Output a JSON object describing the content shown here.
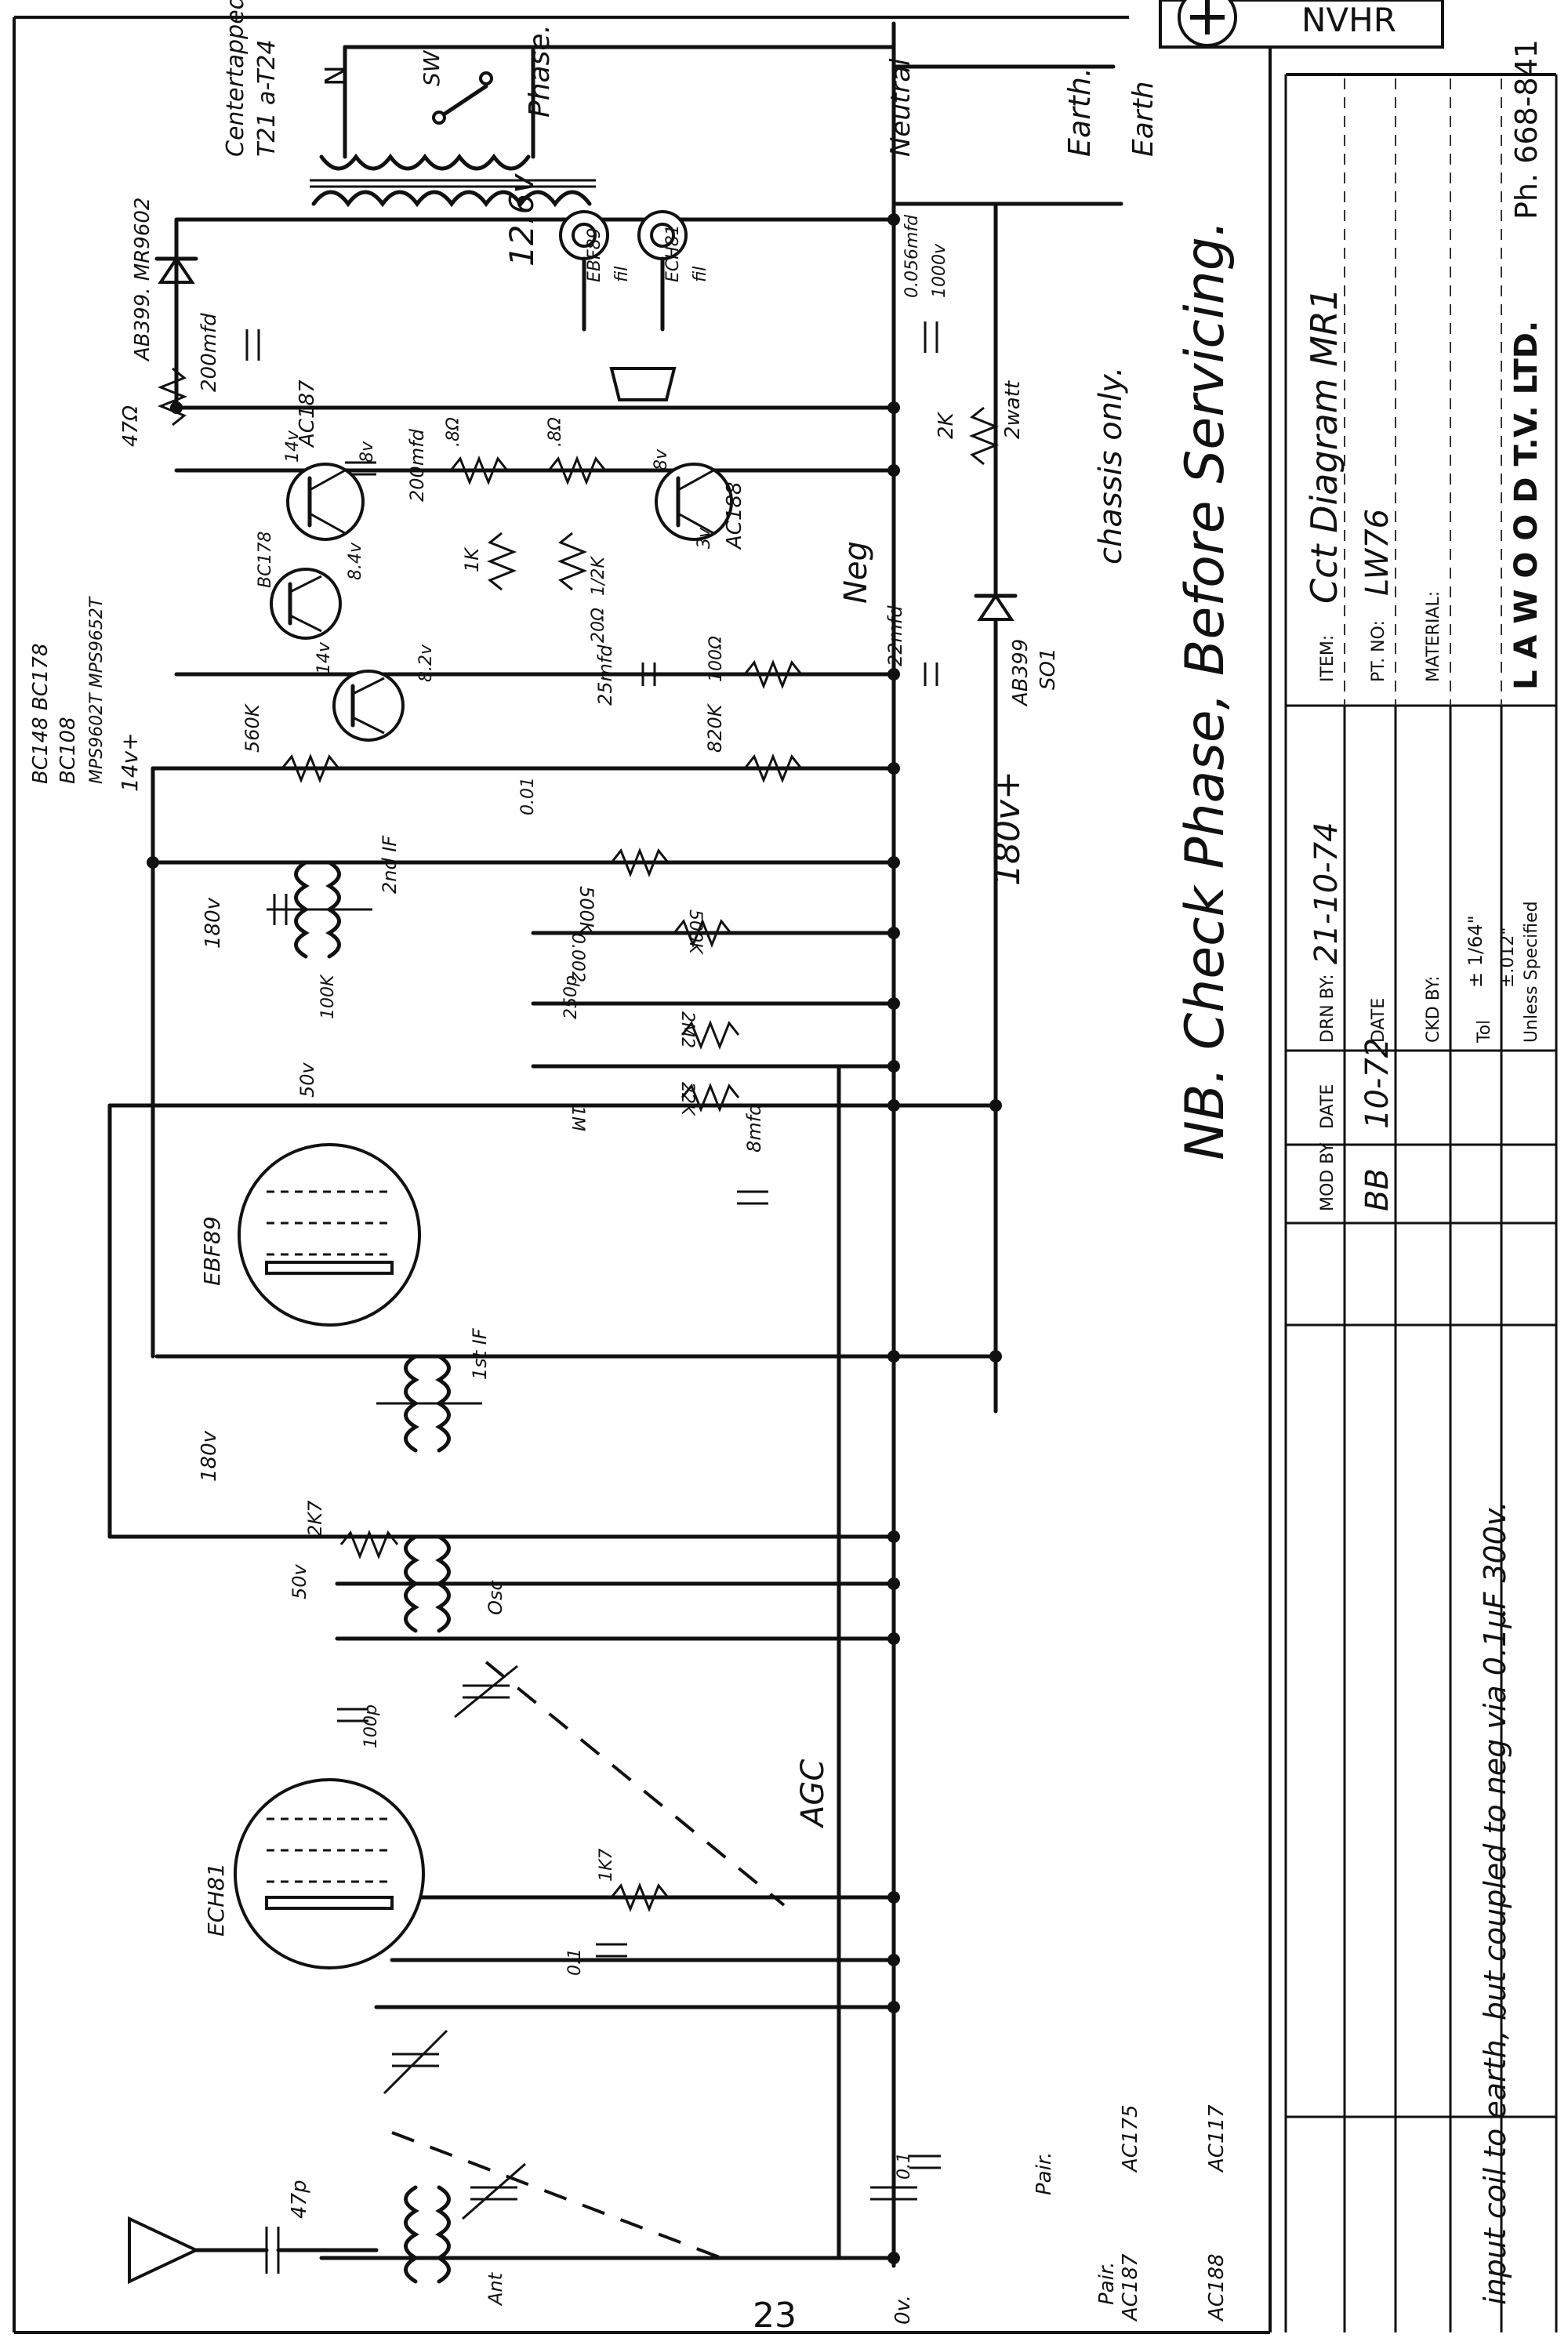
{
  "stamp": {
    "text": "NVHR"
  },
  "page_number": "23",
  "notes": {
    "warning": "NB. Check Phase, Before Servicing.",
    "input_coil": "input coil to earth, but coupled to neg via 0.1µF 300v.",
    "chassis": "chassis only."
  },
  "rails": {
    "neutral": "Neutral",
    "earth_top": "Earth.",
    "earth_side": "Earth",
    "phase": "Phase.",
    "n": "N",
    "neg": "Neg",
    "b_plus": "180v+",
    "v14": "14v+",
    "v180_a": "180v",
    "v180_b": "180v",
    "v50_a": "50v",
    "v50_b": "50v",
    "agc": "AGC",
    "zero_v": "0v."
  },
  "tubes": {
    "ech81": "ECH81",
    "ebf89": "EBF89"
  },
  "transformer": {
    "label_1": "Centertapped",
    "label_2": "T21 a-T24",
    "volts": "12.6v",
    "switch": "SW"
  },
  "pilot_lamps": [
    {
      "label": "EBF89",
      "sub": "fil"
    },
    {
      "label": "ECH81",
      "sub": "fil"
    }
  ],
  "diodes": {
    "top": "AB399. MR9602",
    "lower_1": "AB399",
    "lower_2": "SO1"
  },
  "transistors": {
    "list_1": "BC148  BC178",
    "list_2": "BC108",
    "list_3": "MPS9602T  MPS9652T",
    "q_ac187": "AC187",
    "q_ac188": "AC188",
    "q_bc178": "BC178"
  },
  "transistor_voltages": {
    "v14_a": "14v",
    "v14_b": "14v",
    "v8_4": "8.4v",
    "v8_2": "8.2v",
    "v8_a": "8v",
    "v8_b": "8v",
    "v3": "3v"
  },
  "values": {
    "r47": "47Ω",
    "c200a": "200mfd",
    "c200b": "200mfd",
    "r8a": ".8Ω",
    "r8b": ".8Ω",
    "r1k": "1K",
    "r702": "1/2K",
    "r20": "20Ω",
    "r560k": "560K",
    "r820k": "820K",
    "c25": "25mfd",
    "r100": "100Ω",
    "c22": "22mfd",
    "c0056": "0.056mfd",
    "v1000": "1000v",
    "r2k": "2K",
    "r2watt": "2watt",
    "c001": "0.01",
    "r500k_a": "500K",
    "r500k_b": "500K",
    "c0002": "0.002",
    "c250": "250p",
    "r2m2": "2M2",
    "r22k": "22K",
    "r1m": "1M",
    "c8": "8mfd",
    "r100k": "100K",
    "r2k7": "2K7",
    "c100p": "100p",
    "r1k7": "1K7",
    "c01a": "0.1",
    "c01b": "0.1",
    "c47p": "47p",
    "if2": "2nd IF",
    "if1": "1st IF",
    "osc": "Osc",
    "ant": "Ant"
  },
  "pair_table": {
    "header_a": "Pair.",
    "header_b": "Pair.",
    "row_1a": "AC187",
    "row_1b": "AC175",
    "row_2a": "AC188",
    "row_2b": "AC117"
  },
  "title_block": {
    "firm": "L A W O O D   T.V.  LTD.",
    "phone": "Ph. 668-841",
    "item_label": "ITEM:",
    "item_value": "Cct Diagram  MR1",
    "part_no_label": "PT. NO:",
    "part_no_value": "LW76",
    "material_label": "MATERIAL:",
    "drawn_by_label": "DRN BY:",
    "drawn_by_value": "21-10-74",
    "date_label": "DATE",
    "checked_by_label": "CKD BY:",
    "tol_label": "Tol",
    "tol_1": "± 1/64\"",
    "tol_2": "±.012\"",
    "unless": "Unless Specified",
    "mod_by_label": "MOD BY",
    "mod_by_value": "BB",
    "mod_date_label": "DATE",
    "mod_date_value": "10-72"
  }
}
